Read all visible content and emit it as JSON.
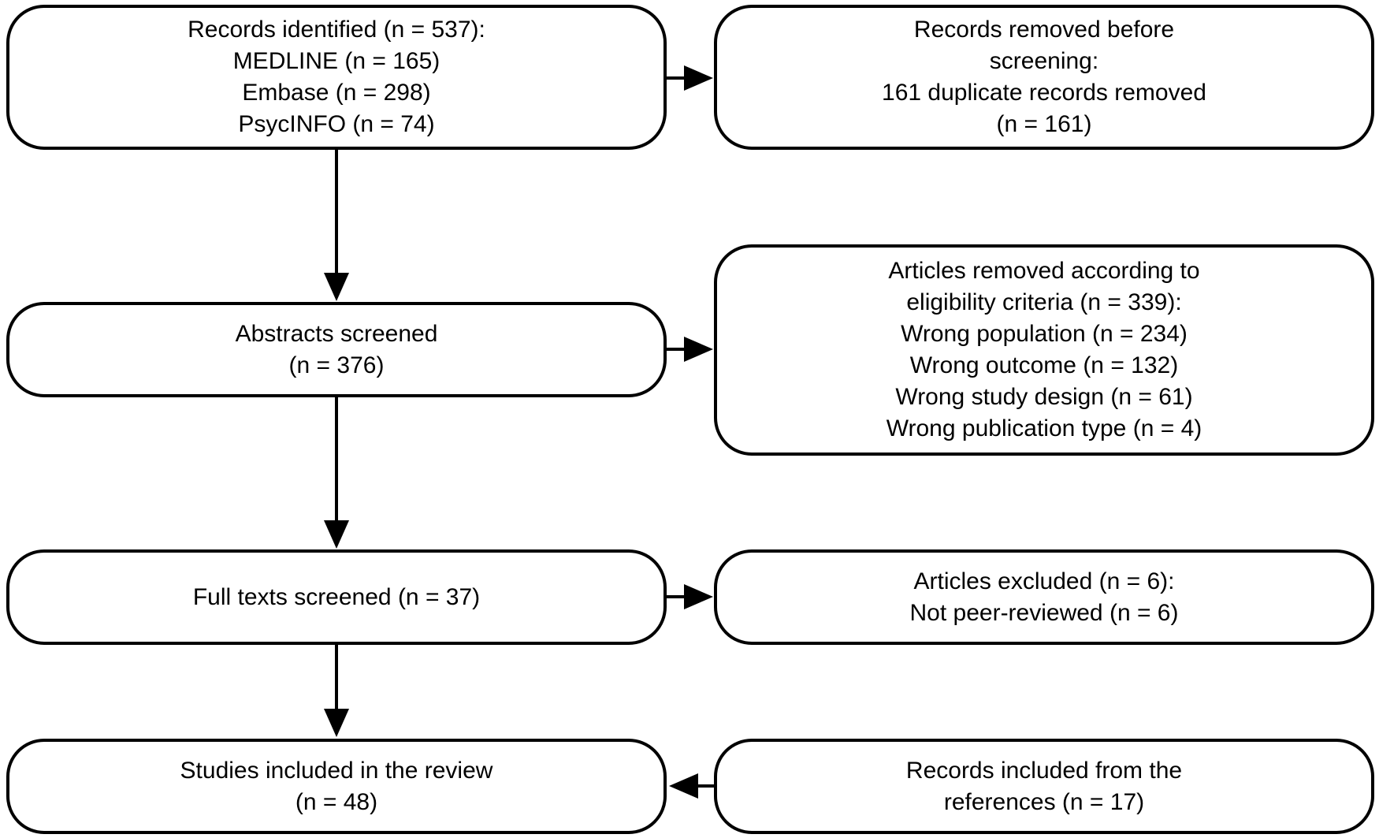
{
  "diagram": {
    "title": "Systematic review PRISMA flow diagram",
    "colors": {
      "background": "#ffffff",
      "box_fill": "#ffffff",
      "box_border": "#000000",
      "text": "#000000",
      "arrow": "#000000"
    },
    "boxes": {
      "records_identified": {
        "lines": [
          "Records identified (n = 537):",
          "MEDLINE (n = 165)",
          "Embase (n = 298)",
          "PsycINFO (n = 74)"
        ]
      },
      "records_removed": {
        "lines": [
          "Records removed before",
          "screening:",
          "161 duplicate records removed",
          "(n = 161)"
        ]
      },
      "abstracts_screened": {
        "lines": [
          "Abstracts screened",
          "(n = 376)"
        ]
      },
      "articles_removed": {
        "lines": [
          "Articles removed according to",
          "eligibility criteria (n = 339):",
          "Wrong population (n = 234)",
          "Wrong outcome (n = 132)",
          "Wrong study design (n = 61)",
          "Wrong publication type (n = 4)"
        ]
      },
      "full_texts_screened": {
        "lines": [
          "Full texts screened (n = 37)"
        ]
      },
      "articles_excluded": {
        "lines": [
          "Articles excluded (n = 6):",
          "Not peer-reviewed (n = 6)"
        ]
      },
      "studies_included": {
        "lines": [
          "Studies included in the review",
          "(n = 48)"
        ]
      },
      "records_from_references": {
        "lines": [
          "Records included from the",
          "references (n = 17)"
        ]
      }
    },
    "flows": [
      {
        "from": "records_identified",
        "to": "records_removed",
        "direction": "right"
      },
      {
        "from": "records_identified",
        "to": "abstracts_screened",
        "direction": "down"
      },
      {
        "from": "abstracts_screened",
        "to": "articles_removed",
        "direction": "right"
      },
      {
        "from": "abstracts_screened",
        "to": "full_texts_screened",
        "direction": "down"
      },
      {
        "from": "full_texts_screened",
        "to": "articles_excluded",
        "direction": "right"
      },
      {
        "from": "full_texts_screened",
        "to": "studies_included",
        "direction": "down"
      },
      {
        "from": "records_from_references",
        "to": "studies_included",
        "direction": "left"
      }
    ]
  }
}
